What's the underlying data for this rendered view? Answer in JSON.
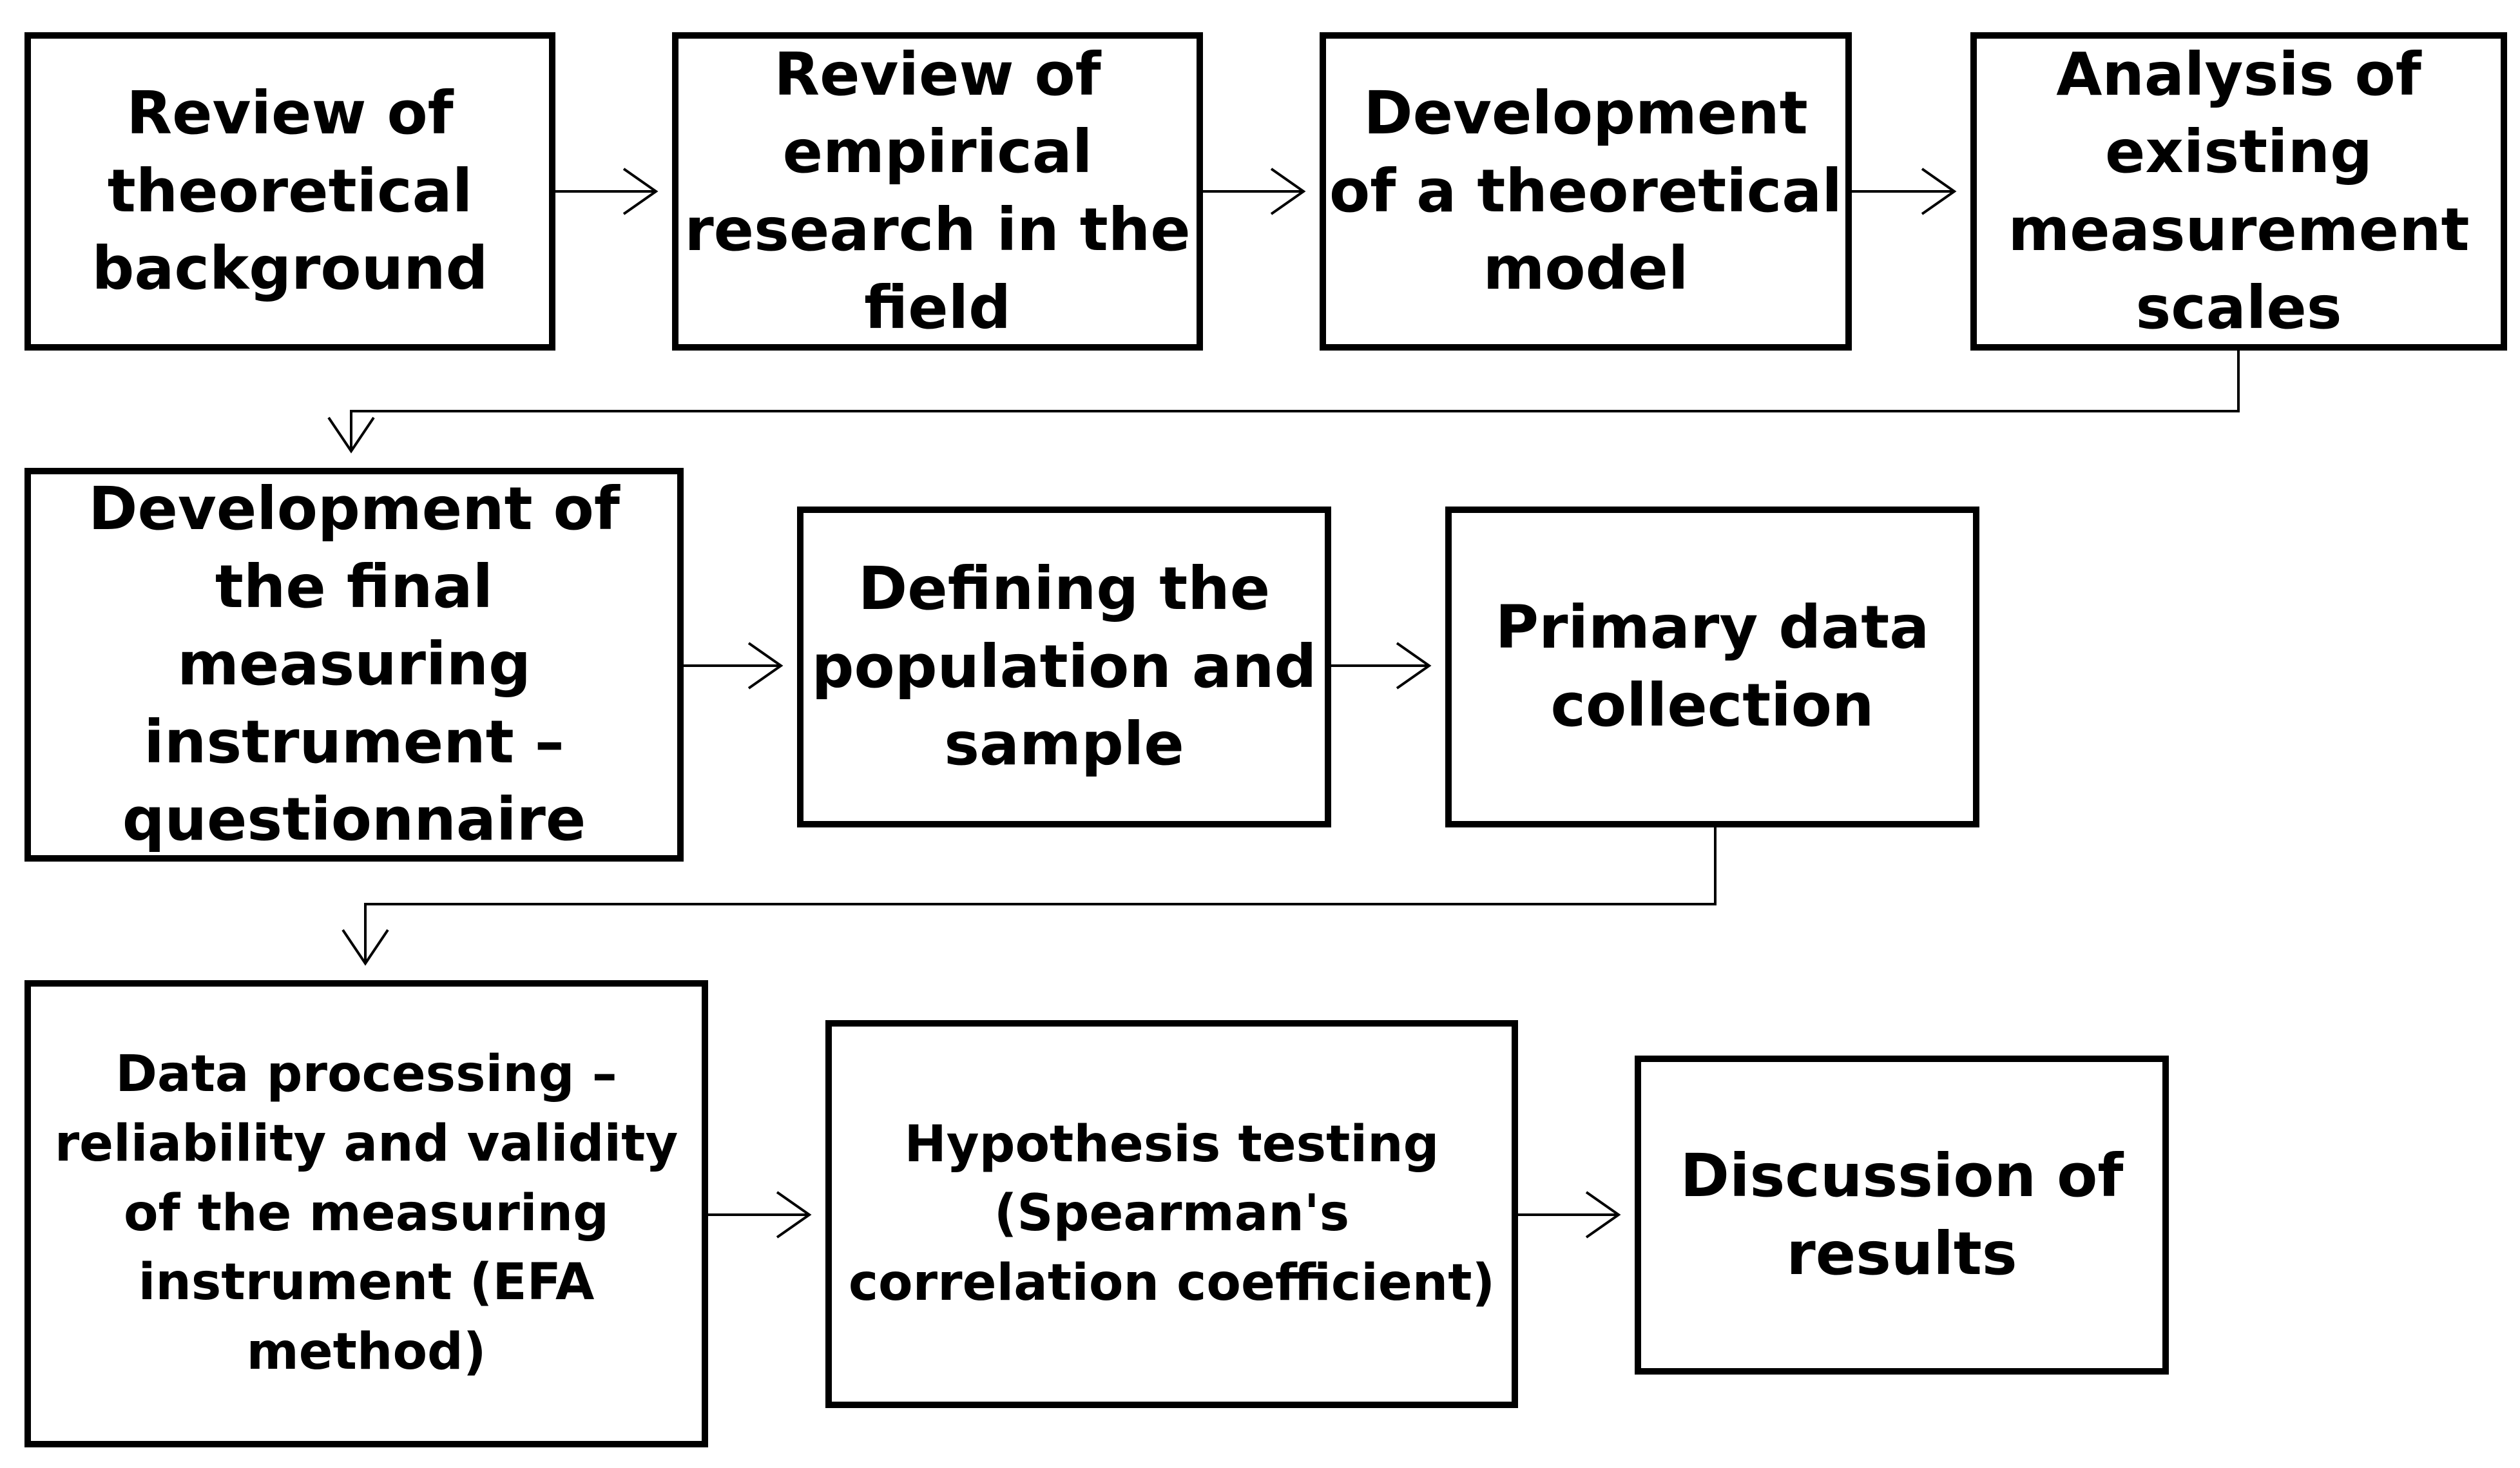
{
  "steps": [
    {
      "id": "review-theoretical-background",
      "label": "Review of theoretical background"
    },
    {
      "id": "review-empirical-research",
      "label": "Review of empirical research in the field"
    },
    {
      "id": "development-theoretical-model",
      "label": "Development of a theoretical model"
    },
    {
      "id": "analysis-existing-scales",
      "label": "Analysis of existing measurement scales"
    },
    {
      "id": "development-final-instrument",
      "label": "Development of the final measuring instrument – questionnaire"
    },
    {
      "id": "defining-population-sample",
      "label": "Defining the population and sample"
    },
    {
      "id": "primary-data-collection",
      "label": "Primary data collection"
    },
    {
      "id": "data-processing",
      "label": "Data processing – reliability and validity of the measuring instrument (EFA method)"
    },
    {
      "id": "hypothesis-testing",
      "label": "Hypothesis testing (Spearman's correlation coefficient)"
    },
    {
      "id": "discussion-results",
      "label": "Discussion of results"
    }
  ]
}
